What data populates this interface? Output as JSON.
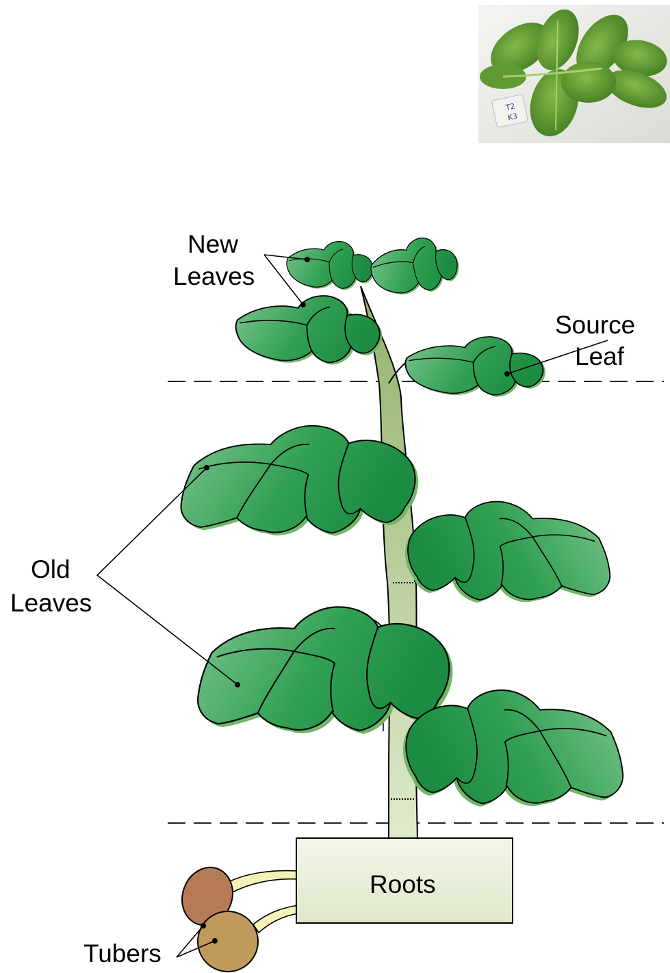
{
  "labels": {
    "new_leaves_line1": "New",
    "new_leaves_line2": "Leaves",
    "source_leaf_line1": "Source",
    "source_leaf_line2": "Leaf",
    "old_leaves_line1": "Old",
    "old_leaves_line2": "Leaves",
    "roots": "Roots",
    "tubers": "Tubers"
  },
  "photo": {
    "tag_line1": "T2",
    "tag_line2": "K3"
  },
  "colors": {
    "leaf_dark": "#1f8f45",
    "leaf_light": "#7cc48e",
    "stem_top": "#96b470",
    "stem_bottom": "#dde9cc",
    "roots_box": "#e8efd8",
    "tuber_1": "#b57a56",
    "tuber_2": "#bf9a5c",
    "stolon": "#f4f1b8"
  }
}
